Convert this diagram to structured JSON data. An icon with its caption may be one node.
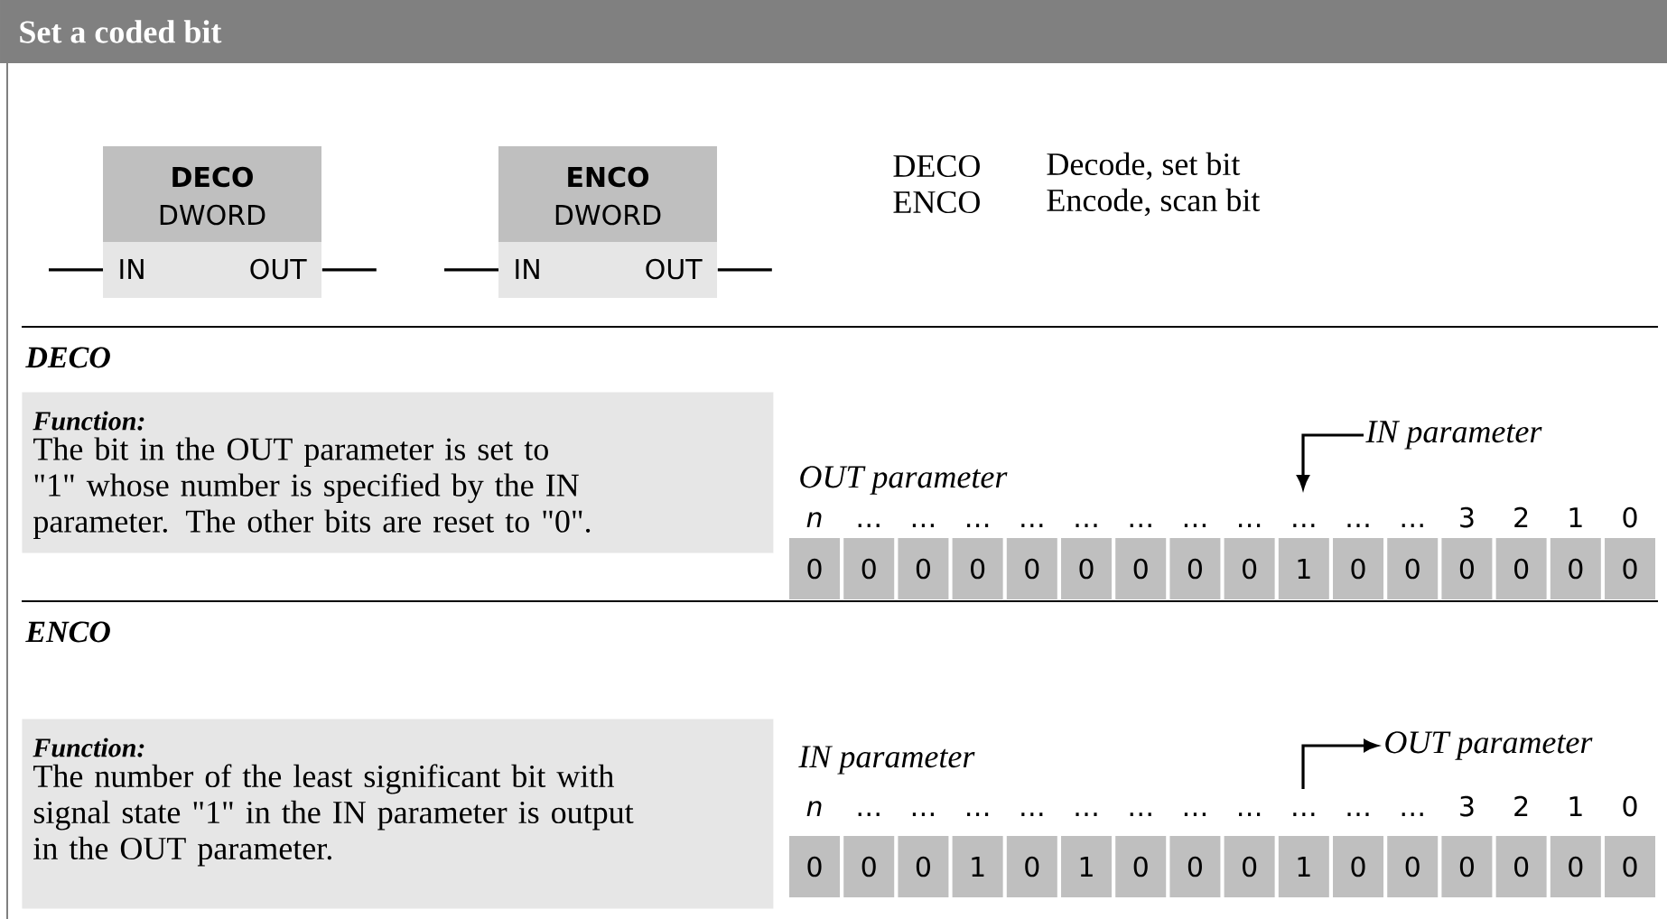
{
  "diagram": {
    "title": "Set a coded bit",
    "nodes": [
      {
        "text": [
          "DECO",
          "DWORD",
          "IN",
          "OUT"
        ]
      },
      {
        "text": [
          "ENCO",
          "DWORD",
          "IN",
          "OUT"
        ]
      },
      {
        "text": [
          "Function:",
          "The bit in the OUT parameter is set to \"1\" whose number is specified by the IN parameter. The other bits are reset to \"0\"."
        ]
      },
      {
        "text": [
          "IN parameter"
        ]
      },
      {
        "text": [
          "Function:",
          "The number of the least significant bit with signal state \"1\" in the IN parameter is output in the OUT parameter."
        ]
      },
      {
        "text": [
          "OUT parameter"
        ]
      }
    ],
    "edges": [
      {
        "from": null,
        "to": 0,
        "arrow": "none"
      },
      {
        "from": 0,
        "to": null,
        "arrow": "none"
      },
      {
        "from": null,
        "to": 1,
        "arrow": "none"
      },
      {
        "from": 1,
        "to": null,
        "arrow": "none"
      },
      {
        "from": 3,
        "to": null,
        "arrow": "to"
      },
      {
        "from": null,
        "to": 5,
        "arrow": "to"
      }
    ],
    "labels": [
      "DECO",
      "Decode, set bit",
      "ENCO",
      "Encode, scan bit",
      "DECO",
      "OUT parameter",
      "n",
      "…",
      "…",
      "…",
      "…",
      "…",
      "…",
      "…",
      "…",
      "…",
      "…",
      "…",
      "3",
      "2",
      "1",
      "0",
      "0",
      "0",
      "0",
      "0",
      "0",
      "0",
      "0",
      "0",
      "0",
      "1",
      "0",
      "0",
      "0",
      "0",
      "0",
      "0",
      "ENCO",
      "IN parameter",
      "n",
      "…",
      "…",
      "…",
      "…",
      "…",
      "…",
      "…",
      "…",
      "…",
      "…",
      "…",
      "3",
      "2",
      "1",
      "0",
      "0",
      "0",
      "0",
      "1",
      "0",
      "1",
      "0",
      "0",
      "0",
      "1",
      "0",
      "0",
      "0",
      "0",
      "0",
      "0"
    ]
  }
}
